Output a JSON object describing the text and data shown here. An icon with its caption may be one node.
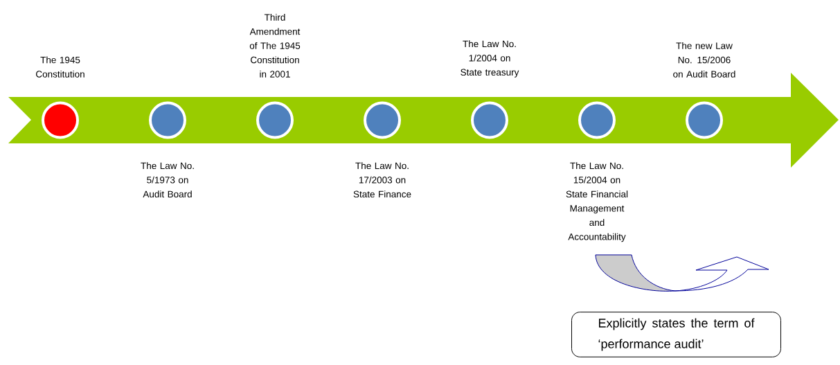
{
  "diagram": {
    "nodes": [
      {
        "text": [],
        "shape": "arrow"
      },
      {
        "text": [],
        "shape": "circle",
        "in": 0,
        "beside": [
          "The 1945 Constitution"
        ]
      },
      {
        "text": [],
        "shape": "circle",
        "in": 0,
        "beside": [
          "The Law No. 5/1973 on Audit Board"
        ]
      },
      {
        "text": [],
        "shape": "circle",
        "in": 0,
        "beside": [
          "Third Amendment of The 1945 Constitution in 2001"
        ]
      },
      {
        "text": [],
        "shape": "circle",
        "in": 0,
        "beside": [
          "The Law No. 17/2003 on State Finance"
        ]
      },
      {
        "text": [],
        "shape": "circle",
        "in": 0,
        "beside": [
          "The Law No. 1/2004 on State treasury"
        ]
      },
      {
        "text": [],
        "shape": "circle",
        "in": 0,
        "beside": [
          "The Law No. 15/2004 on State Financial Management and Accountability"
        ]
      },
      {
        "text": [],
        "shape": "circle",
        "in": 0,
        "beside": [
          "The new Law No. 15/2006 on Audit Board"
        ]
      },
      {
        "text": [
          "Explicitly states the term of ‘performance audit’"
        ]
      }
    ]
  }
}
